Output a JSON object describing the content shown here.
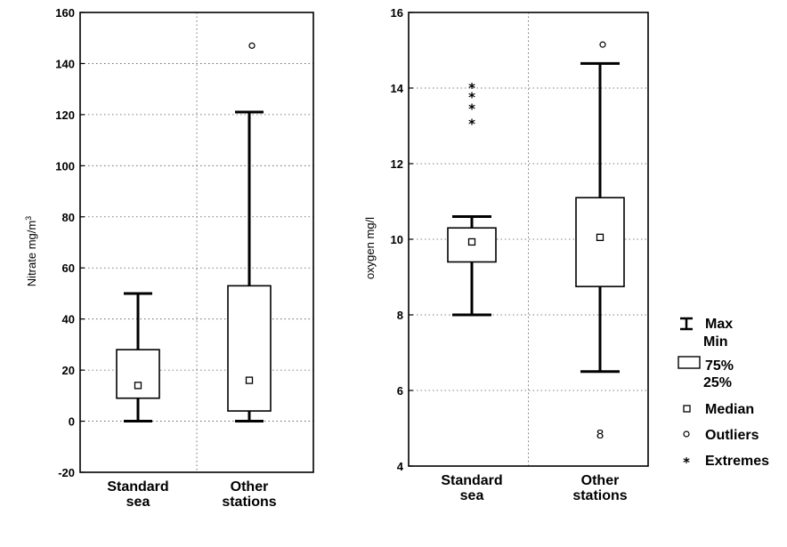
{
  "chart_data": [
    {
      "type": "box",
      "ylabel": "Nitrate  mg/m",
      "ylabel_superscript": "3",
      "ylim": [
        -20,
        160
      ],
      "yticks": [
        -20,
        0,
        20,
        40,
        60,
        80,
        100,
        120,
        140,
        160
      ],
      "categories": [
        {
          "line1": "Standard",
          "line2": "sea"
        },
        {
          "line1": "Other",
          "line2": "stations"
        }
      ],
      "boxes": [
        {
          "min": 0,
          "q1": 9,
          "median": 14,
          "q3": 28,
          "max": 50,
          "outliers": [],
          "extremes": []
        },
        {
          "min": 0,
          "q1": 4,
          "median": 16,
          "q3": 53,
          "max": 121,
          "outliers": [
            147
          ],
          "extremes": []
        }
      ],
      "grid": true
    },
    {
      "type": "box",
      "ylabel": "oxygen mg/l",
      "ylim": [
        4,
        16
      ],
      "yticks": [
        4,
        6,
        8,
        10,
        12,
        14,
        16
      ],
      "categories": [
        {
          "line1": "Standard",
          "line2": "sea"
        },
        {
          "line1": "Other",
          "line2": "stations"
        }
      ],
      "boxes": [
        {
          "min": 8.0,
          "q1": 9.4,
          "median": 9.93,
          "q3": 10.3,
          "max": 10.6,
          "outliers": [],
          "extremes": [
            13.1,
            13.5,
            13.8,
            14.05
          ]
        },
        {
          "min": 6.5,
          "q1": 8.75,
          "median": 10.05,
          "q3": 11.1,
          "max": 14.65,
          "outliers": [
            15.15
          ],
          "extremes": []
        }
      ],
      "annotations": [
        {
          "text": "8",
          "x_category": 1,
          "y": 4.85
        }
      ],
      "grid": true
    }
  ],
  "legend": {
    "items": [
      {
        "symbol": "whisker",
        "lines": [
          "Max",
          "Min"
        ]
      },
      {
        "symbol": "box",
        "lines": [
          "75%",
          "25%"
        ]
      },
      {
        "symbol": "square",
        "lines": [
          "Median"
        ]
      },
      {
        "symbol": "circle",
        "lines": [
          "Outliers"
        ]
      },
      {
        "symbol": "star",
        "lines": [
          "Extremes"
        ]
      }
    ]
  }
}
